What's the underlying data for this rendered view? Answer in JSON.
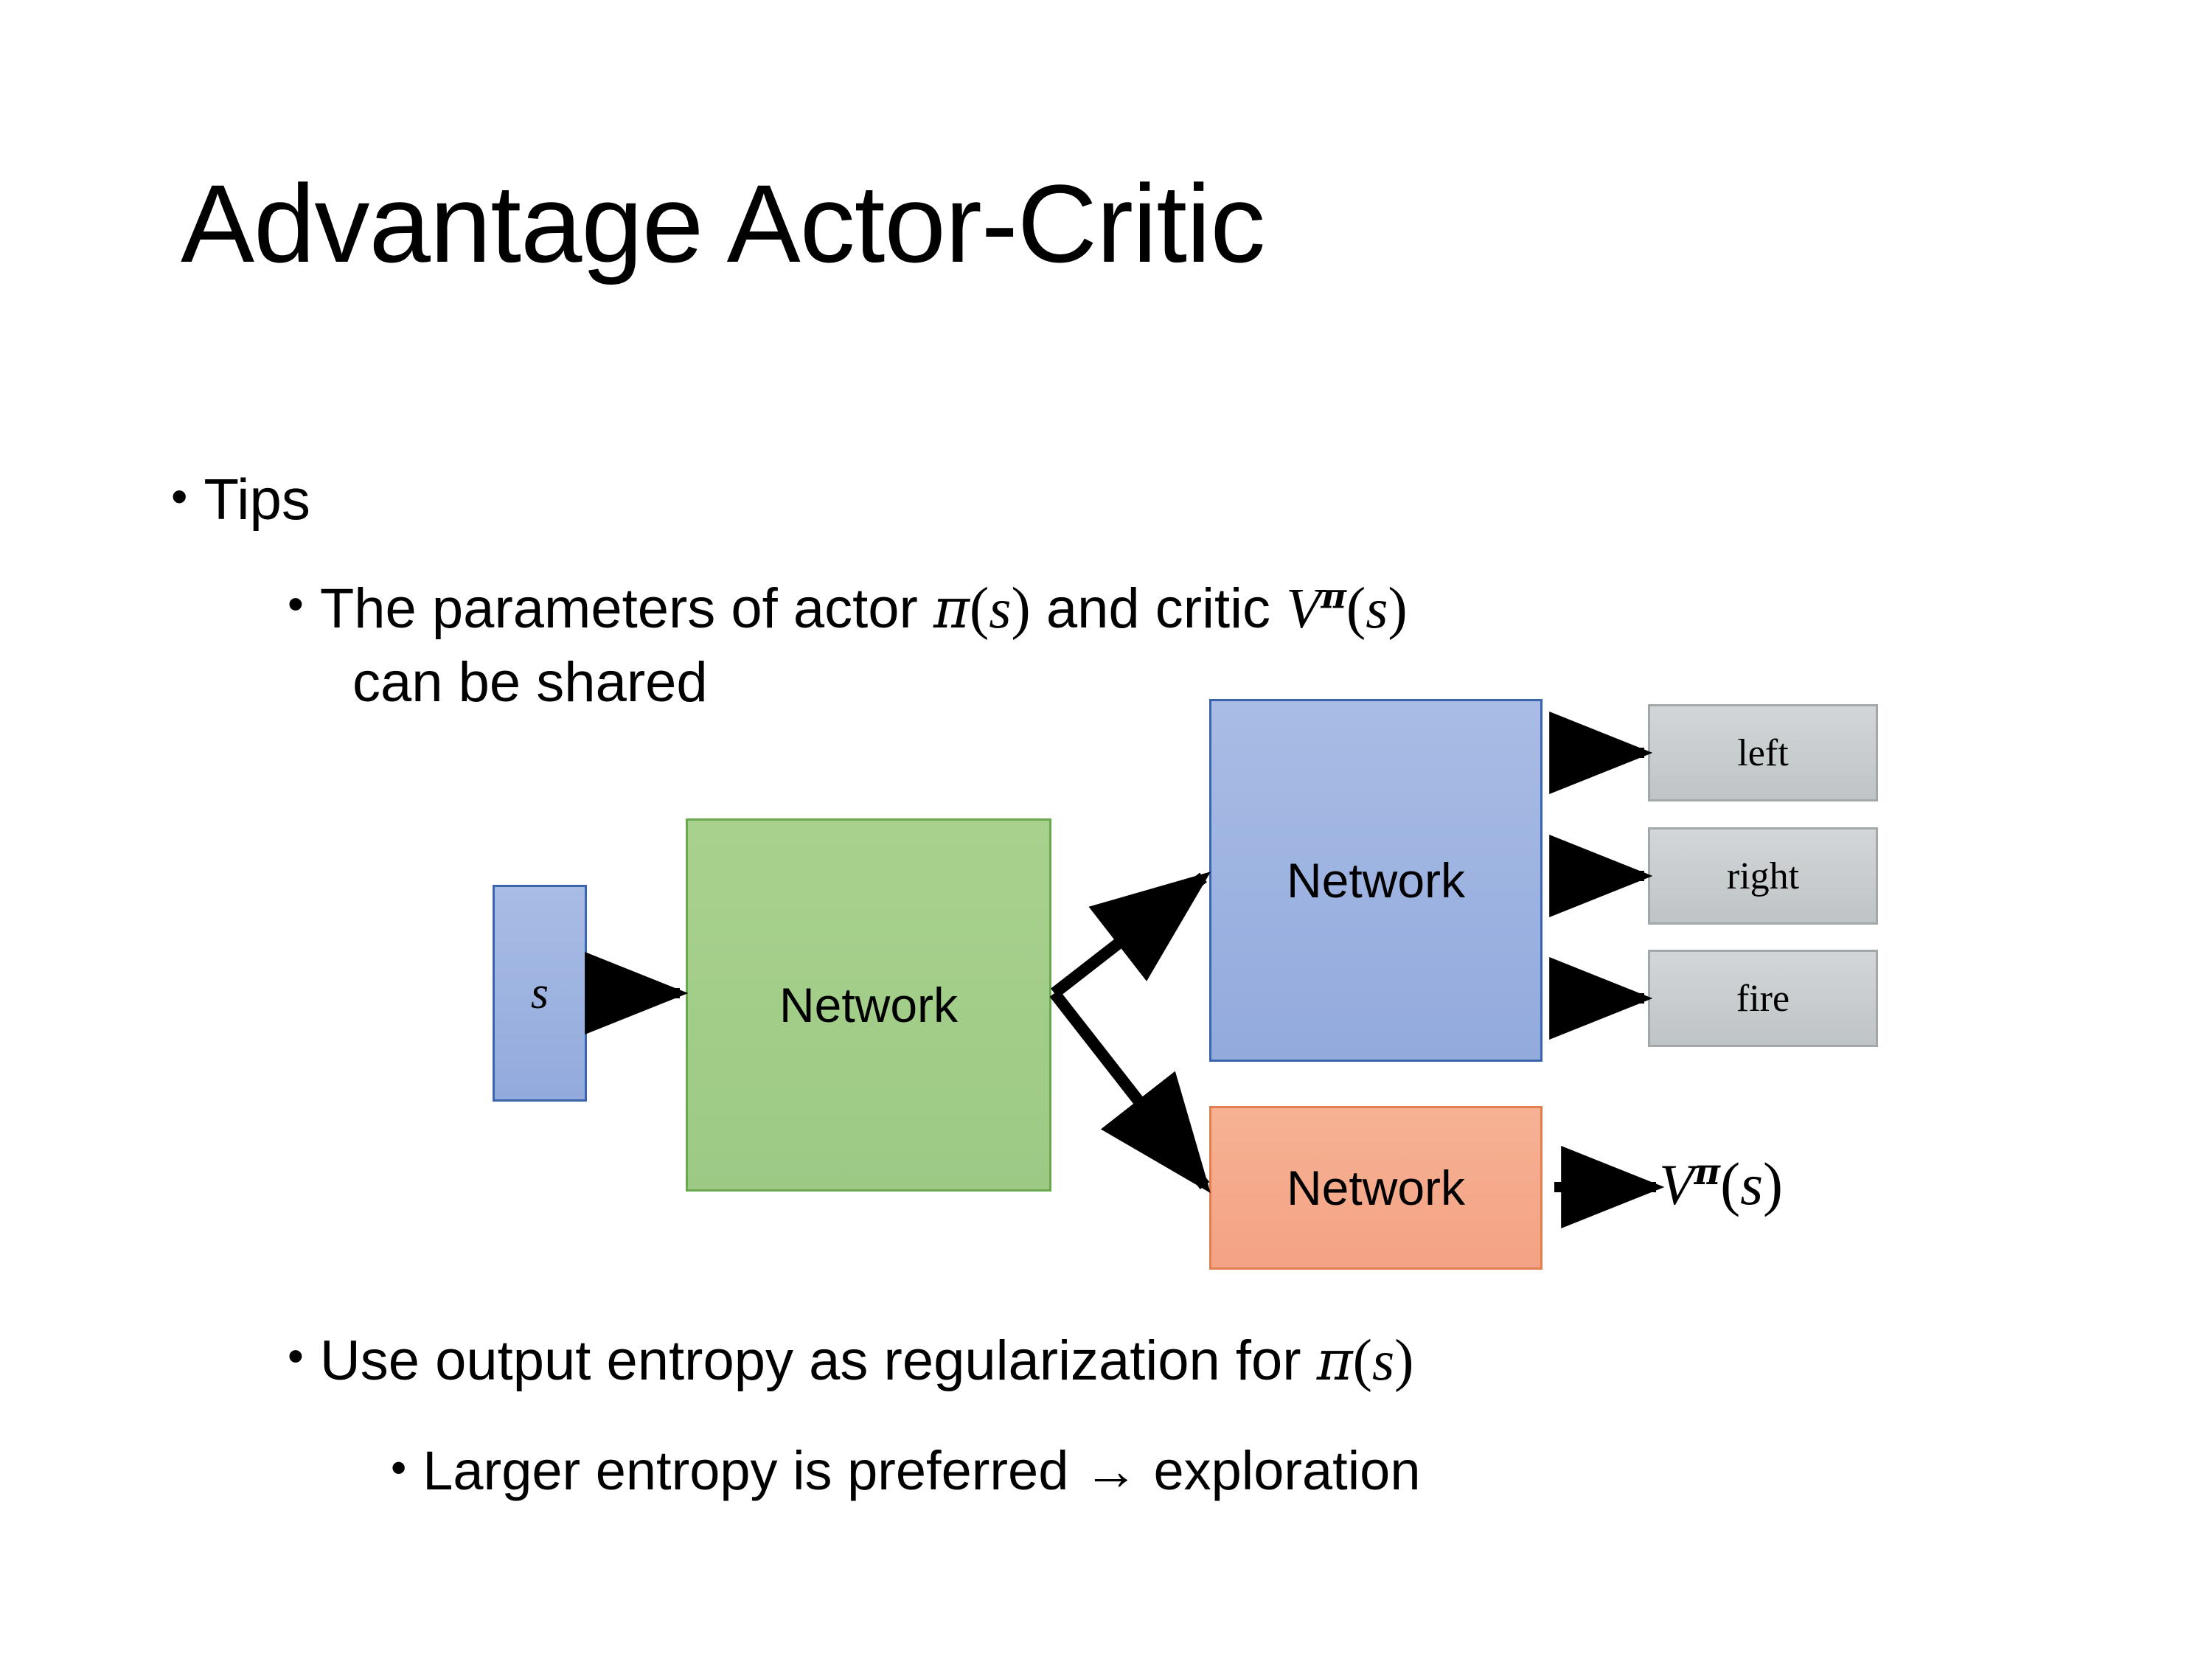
{
  "slide": {
    "title": "Advantage Actor-Critic",
    "background_color": "#ffffff"
  },
  "bullets": {
    "tips": {
      "marker": "•",
      "text": "Tips"
    },
    "shared_params": {
      "marker": "•",
      "line1_pre": "The parameters of actor ",
      "math_pi": "π",
      "paren_open": "(",
      "var_s": "s",
      "paren_close": ")",
      "line1_mid": "  and critic ",
      "math_V": "V",
      "math_V_sup": "π",
      "line2": "can be shared"
    },
    "entropy": {
      "marker": "•",
      "text_pre": "Use output entropy as regularization for ",
      "math_pi": "π",
      "paren_open": "(",
      "var_s": "s",
      "paren_close": ")"
    },
    "larger_entropy": {
      "marker": "•",
      "text": "Larger entropy is preferred → exploration"
    }
  },
  "diagram": {
    "input_box": {
      "label": "s",
      "fill": "#93aadd",
      "border": "#3a65ad"
    },
    "shared_network": {
      "label": "Network",
      "fill": "#a9d18e",
      "border": "#6aa84f"
    },
    "actor_network": {
      "label": "Network",
      "fill": "#93aadd",
      "border": "#3a65ad"
    },
    "critic_network": {
      "label": "Network",
      "fill": "#f4a285",
      "border": "#e08050"
    },
    "action_outputs": [
      {
        "label": "left",
        "fill": "#c6cbcd"
      },
      {
        "label": "right",
        "fill": "#c6cbcd"
      },
      {
        "label": "fire",
        "fill": "#c6cbcd"
      }
    ],
    "critic_output": {
      "math_V": "V",
      "math_V_sup": "π",
      "paren_open": "(",
      "var_s": "s",
      "paren_close": ")"
    },
    "arrow_color": "#000000"
  }
}
